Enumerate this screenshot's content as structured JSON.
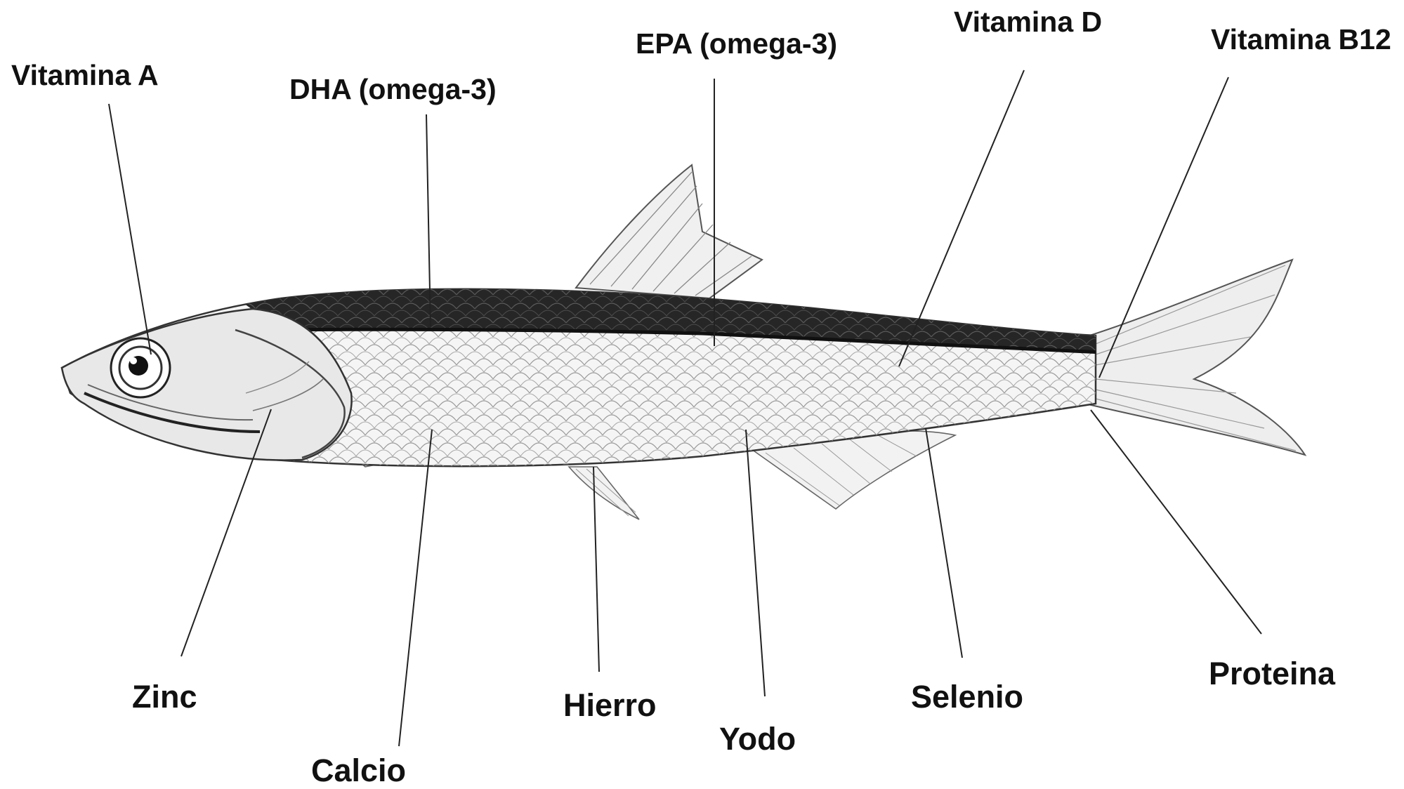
{
  "labels": {
    "vitamina_a": "Vitamina A",
    "dha": "DHA (omega-3)",
    "epa": "EPA (omega-3)",
    "vitamina_d": "Vitamina D",
    "vitamina_b12": "Vitamina B12",
    "zinc": "Zinc",
    "calcio": "Calcio",
    "hierro": "Hierro",
    "yodo": "Yodo",
    "selenio": "Selenio",
    "proteina": "Proteina"
  },
  "colors": {
    "background": "#ffffff",
    "dorsal_band": "#1c1c1c",
    "body_fill": "#f4f4f4",
    "outline": "#333333",
    "text": "#111111"
  }
}
